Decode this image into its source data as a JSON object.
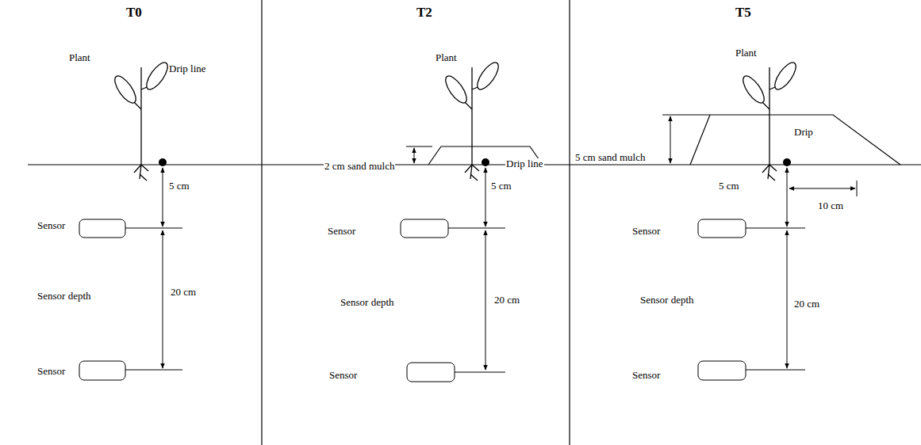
{
  "diagram": {
    "labels": [
      "T0",
      "Plant",
      "Drip line",
      "5 cm",
      "Sensor",
      "20 cm",
      "Sensor depth",
      "Sensor",
      "T2",
      "Plant",
      "2 cm sand mulch",
      "Drip line",
      "5 cm",
      "Sensor",
      "20 cm",
      "Sensor depth",
      "Sensor",
      "T5",
      "Plant",
      "5 cm sand mulch",
      "Drip",
      "5 cm",
      "10 cm",
      "Sensor",
      "20 cm",
      "Sensor depth",
      "Sensor"
    ]
  }
}
